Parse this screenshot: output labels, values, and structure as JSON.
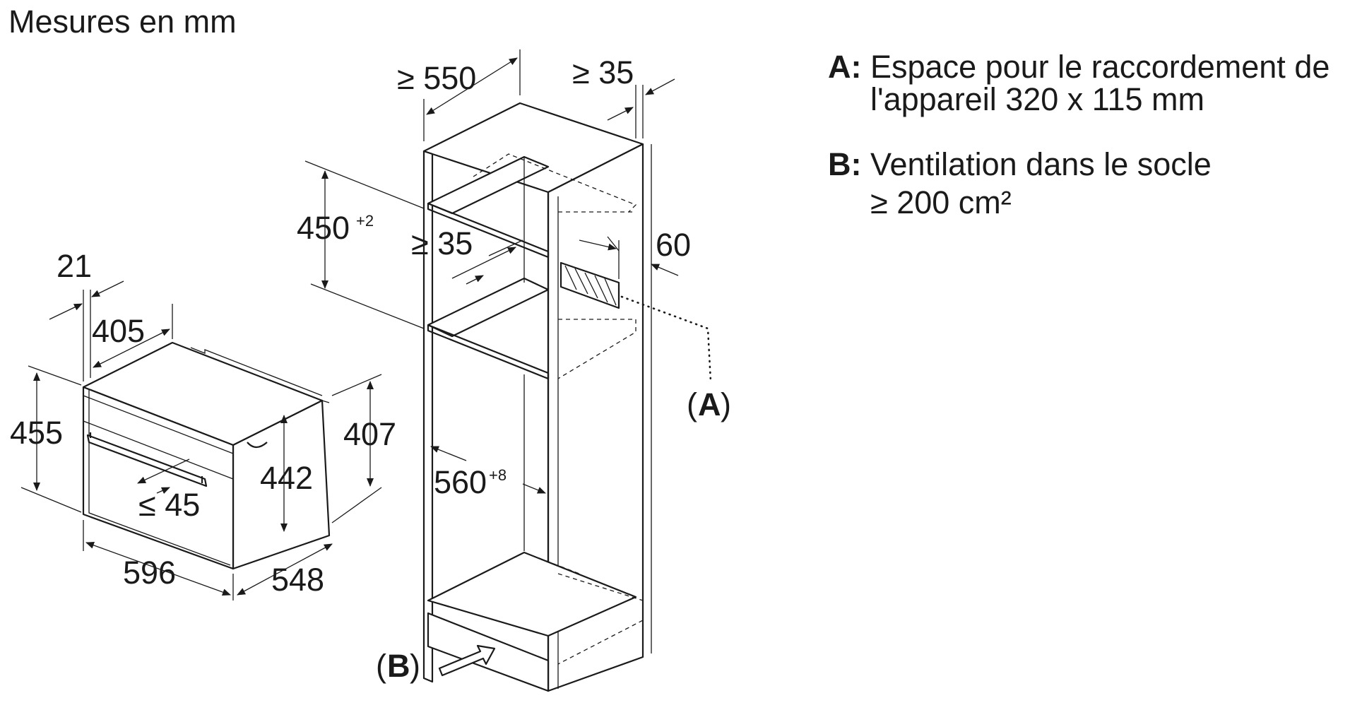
{
  "header": {
    "units_text": "Mesures en mm"
  },
  "oven_dims": {
    "depth_front_21": "21",
    "depth_405": "405",
    "height_455": "455",
    "height_442": "442",
    "height_407": "407",
    "handle_45": "≤ 45",
    "width_596": "596",
    "depth_548": "548"
  },
  "cabinet_dims": {
    "depth_550": "≥ 550",
    "gap_35_top": "≥ 35",
    "height_450": "450",
    "height_450_tol": "+2",
    "gap_35_mid": "≥ 35",
    "vent_60": "60",
    "width_560": "560",
    "width_560_tol": "+8"
  },
  "callouts": {
    "a_open": "(",
    "a_letter": "A",
    "a_close": ")",
    "b_open": "(",
    "b_letter": "B",
    "b_close": ")"
  },
  "legend": [
    {
      "key": "A:",
      "lines": [
        "Espace pour le raccordement de",
        "l'appareil 320 x 115 mm"
      ]
    },
    {
      "key": "B:",
      "lines": [
        "Ventilation dans le socle",
        "≥ 200 cm²"
      ]
    }
  ]
}
